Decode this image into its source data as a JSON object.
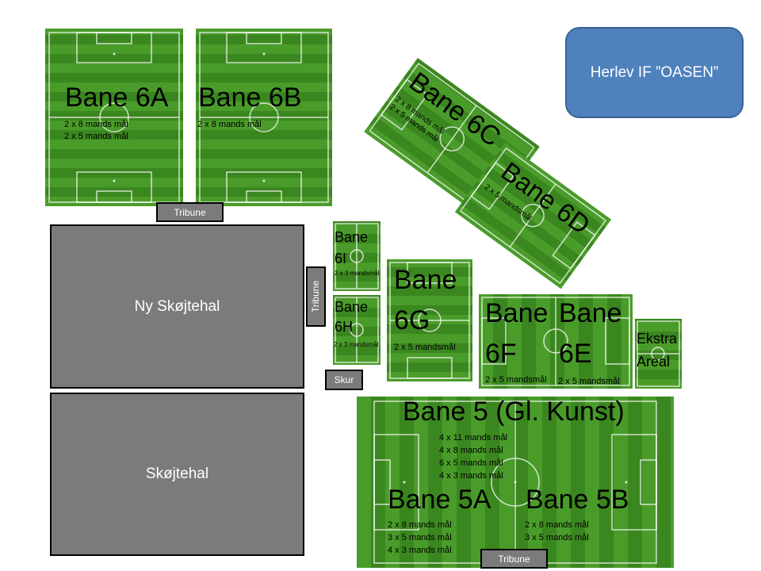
{
  "club": "Herlev IF ”OASEN”",
  "fields": {
    "b6a": {
      "name": "Bane 6A",
      "notes": [
        "2 x 8 mands mål",
        "2 x 5 mands mål"
      ]
    },
    "b6b": {
      "name": "Bane 6B",
      "notes": [
        "2 x 8 mands mål"
      ]
    },
    "b6c": {
      "name": "Bane 6C",
      "notes": [
        "2 x 8 mands mål",
        "2 x 5 mands mål"
      ]
    },
    "b6d": {
      "name": "Bane 6D",
      "notes": [
        "2 x 5 mandsmål"
      ]
    },
    "b6i": {
      "name_line1": "Bane",
      "name_line2": "6I",
      "notes": [
        "2 x 3 mandsmål"
      ]
    },
    "b6h": {
      "name_line1": "Bane",
      "name_line2": "6H",
      "notes": [
        "2 x 3 mandsmål"
      ]
    },
    "b6g": {
      "name_line1": "Bane",
      "name_line2": "6G",
      "notes": [
        "2 x 5 mandsmål"
      ]
    },
    "b6f": {
      "name_line1": "Bane",
      "name_line2": "6F",
      "notes": [
        "2 x 5 mandsmål"
      ]
    },
    "b6e": {
      "name_line1": "Bane",
      "name_line2": "6E",
      "notes": [
        "2 x 5 mandsmål"
      ]
    },
    "ekstra": {
      "line1": "Ekstra",
      "line2": "Areal"
    },
    "b5": {
      "name": "Bane 5 (Gl. Kunst)",
      "notes": [
        "4 x 11 mands mål",
        "4 x 8 mands mål",
        "6 x 5 mands mål",
        "4 x 3 mands mål"
      ]
    },
    "b5a": {
      "name": "Bane 5A",
      "notes": [
        "2 x 8 mands mål",
        "3 x 5 mands mål",
        "4 x 3 mands mål"
      ]
    },
    "b5b": {
      "name": "Bane 5B",
      "notes": [
        "2 x 8 mands mål",
        "3 x 5 mands mål"
      ]
    }
  },
  "halls": {
    "ny": "Ny Skøjtehal",
    "old": "Skøjtehal"
  },
  "tags": {
    "tribune_top": "Tribune",
    "tribune_side": "Tribune",
    "tribune_bottom": "Tribune",
    "skur": "Skur"
  }
}
